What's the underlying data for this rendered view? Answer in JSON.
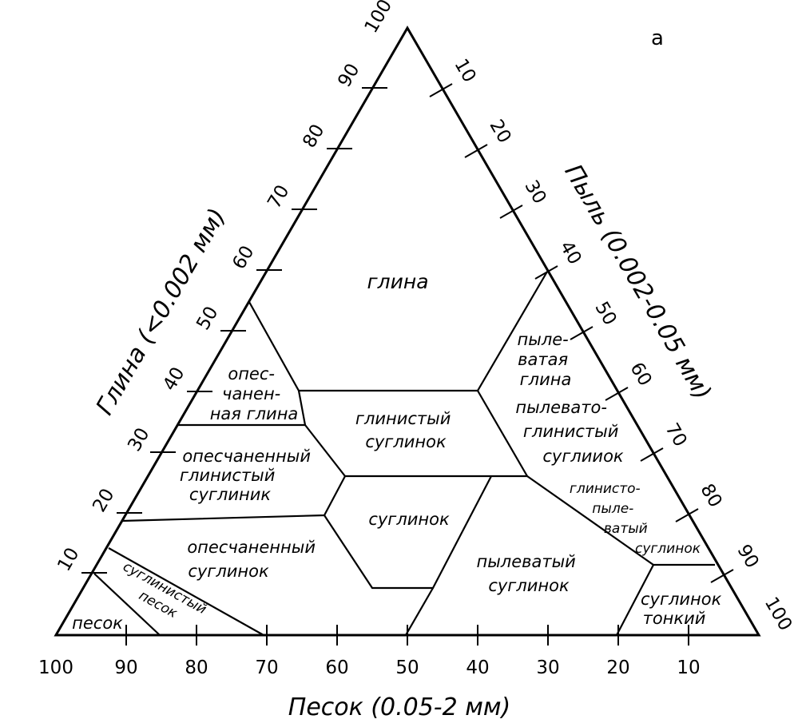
{
  "panel_label": "a",
  "axes": {
    "clay": {
      "title": "Глина (<0.002 мм)",
      "ticks": [
        "10",
        "20",
        "30",
        "40",
        "50",
        "60",
        "70",
        "80",
        "90",
        "100"
      ]
    },
    "silt": {
      "title": "Пыль (0.002-0.05 мм)",
      "ticks": [
        "10",
        "20",
        "30",
        "40",
        "50",
        "60",
        "70",
        "80",
        "90",
        "100"
      ]
    },
    "sand": {
      "title": "Песок (0.05-2 мм)",
      "ticks": [
        "100",
        "90",
        "80",
        "70",
        "60",
        "50",
        "40",
        "30",
        "20",
        "10"
      ]
    }
  },
  "regions": {
    "clay": {
      "lines": [
        "глина"
      ]
    },
    "sandy_clay": {
      "lines": [
        "опес-",
        "чанен-",
        "ная глина"
      ]
    },
    "silty_clay": {
      "lines": [
        "пыле-",
        "ватая",
        "глина"
      ]
    },
    "clay_loam": {
      "lines": [
        "глинистый",
        "суглинок"
      ]
    },
    "sandy_clay_loam": {
      "lines": [
        "опесчаненный",
        "глинистый",
        "суглиник"
      ]
    },
    "silty_clay_loam": {
      "lines": [
        "пылевато-",
        "глинистый",
        "суглииок"
      ]
    },
    "loam": {
      "lines": [
        "суглинок"
      ]
    },
    "sandy_loam": {
      "lines": [
        "опесчаненный",
        "суглинок"
      ]
    },
    "silt_loam_clayey": {
      "lines": [
        "глинисто-",
        "пыле-",
        "ватый",
        "суглинок"
      ]
    },
    "silt_loam": {
      "lines": [
        "пылеватый",
        "суглинок"
      ]
    },
    "silt": {
      "lines": [
        "суглинок",
        "тонкий"
      ]
    },
    "loamy_sand": {
      "lines": [
        "суглинистый",
        "песок"
      ]
    },
    "sand": {
      "lines": [
        "песок"
      ]
    }
  }
}
